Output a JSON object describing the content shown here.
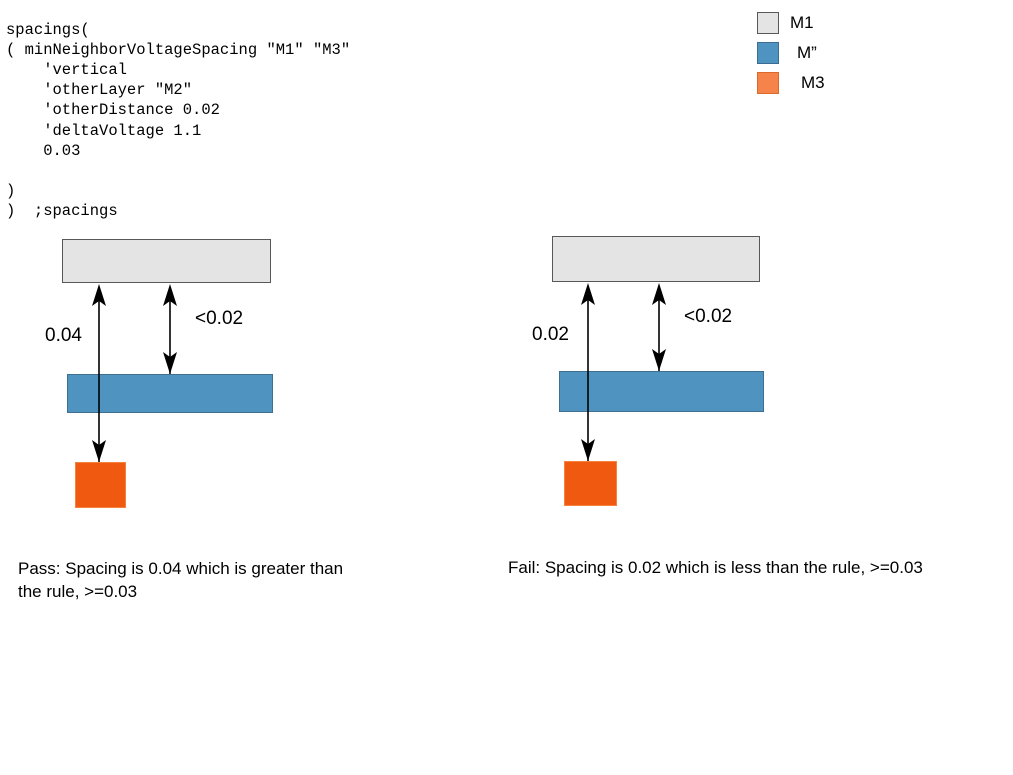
{
  "code": {
    "text": "spacings(\n( minNeighborVoltageSpacing \"M1\" \"M3\"\n    'vertical\n    'otherLayer \"M2\"\n    'otherDistance 0.02\n    'deltaVoltage 1.1\n    0.03\n\n)\n)  ;spacings"
  },
  "legend": {
    "items": [
      {
        "label": "M1",
        "color": "#e4e4e4",
        "border": "#58585a",
        "icon": "legend-swatch-icon"
      },
      {
        "label": "M”",
        "color": "#4f93c0",
        "border": "#3a6d91",
        "icon": "legend-swatch-icon"
      },
      {
        "label": "M3",
        "color": "#f5834a",
        "border": "#d96a2a",
        "icon": "legend-swatch-icon"
      }
    ]
  },
  "diagrams": [
    {
      "id": "pass",
      "layers": {
        "m1": {
          "name": "M1",
          "color": "#e4e4e4"
        },
        "m2": {
          "name": "M”",
          "color": "#4f93c0"
        },
        "m3": {
          "name": "M3",
          "color": "#f05a10"
        }
      },
      "measurements": [
        {
          "name": "m1-to-m3-spacing",
          "label": "0.04"
        },
        {
          "name": "m1-to-m2-spacing",
          "label": "<0.02"
        }
      ],
      "caption": "Pass: Spacing is 0.04 which is greater than the rule, >=0.03"
    },
    {
      "id": "fail",
      "layers": {
        "m1": {
          "name": "M1",
          "color": "#e4e4e4"
        },
        "m2": {
          "name": "M”",
          "color": "#4f93c0"
        },
        "m3": {
          "name": "M3",
          "color": "#f05a10"
        }
      },
      "measurements": [
        {
          "name": "m1-to-m3-spacing",
          "label": "0.02"
        },
        {
          "name": "m1-to-m2-spacing",
          "label": "<0.02"
        }
      ],
      "caption": "Fail: Spacing is 0.02 which is less than the rule, >=0.03"
    }
  ]
}
